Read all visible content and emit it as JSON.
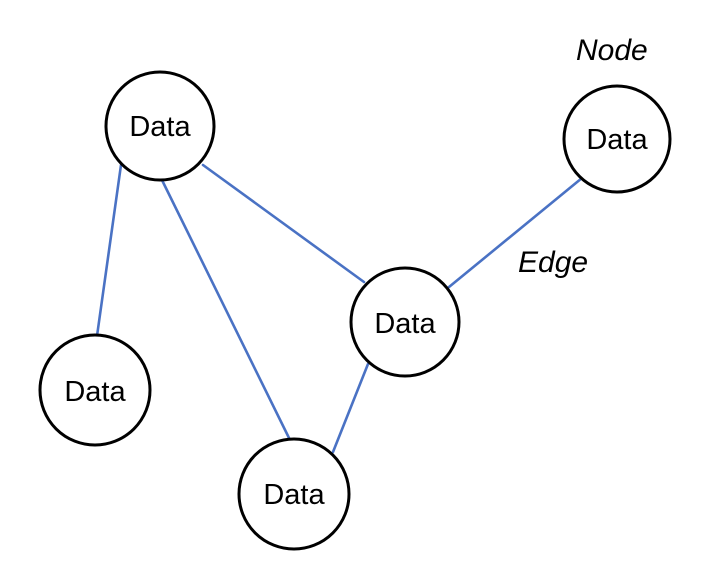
{
  "diagram": {
    "nodes": [
      {
        "id": "node-top-left",
        "label": "Data"
      },
      {
        "id": "node-top-right",
        "label": "Data"
      },
      {
        "id": "node-center-right",
        "label": "Data"
      },
      {
        "id": "node-bottom-left",
        "label": "Data"
      },
      {
        "id": "node-bottom-center",
        "label": "Data"
      }
    ],
    "edges": [
      {
        "from": "node-top-left",
        "to": "node-bottom-left"
      },
      {
        "from": "node-top-left",
        "to": "node-bottom-center"
      },
      {
        "from": "node-top-left",
        "to": "node-center-right"
      },
      {
        "from": "node-top-right",
        "to": "node-center-right"
      },
      {
        "from": "node-center-right",
        "to": "node-bottom-center"
      }
    ],
    "annotations": {
      "node_caption": "Node",
      "edge_caption": "Edge"
    },
    "colors": {
      "edge": "#4a72c4",
      "node_stroke": "#000000",
      "node_fill": "#ffffff"
    }
  }
}
